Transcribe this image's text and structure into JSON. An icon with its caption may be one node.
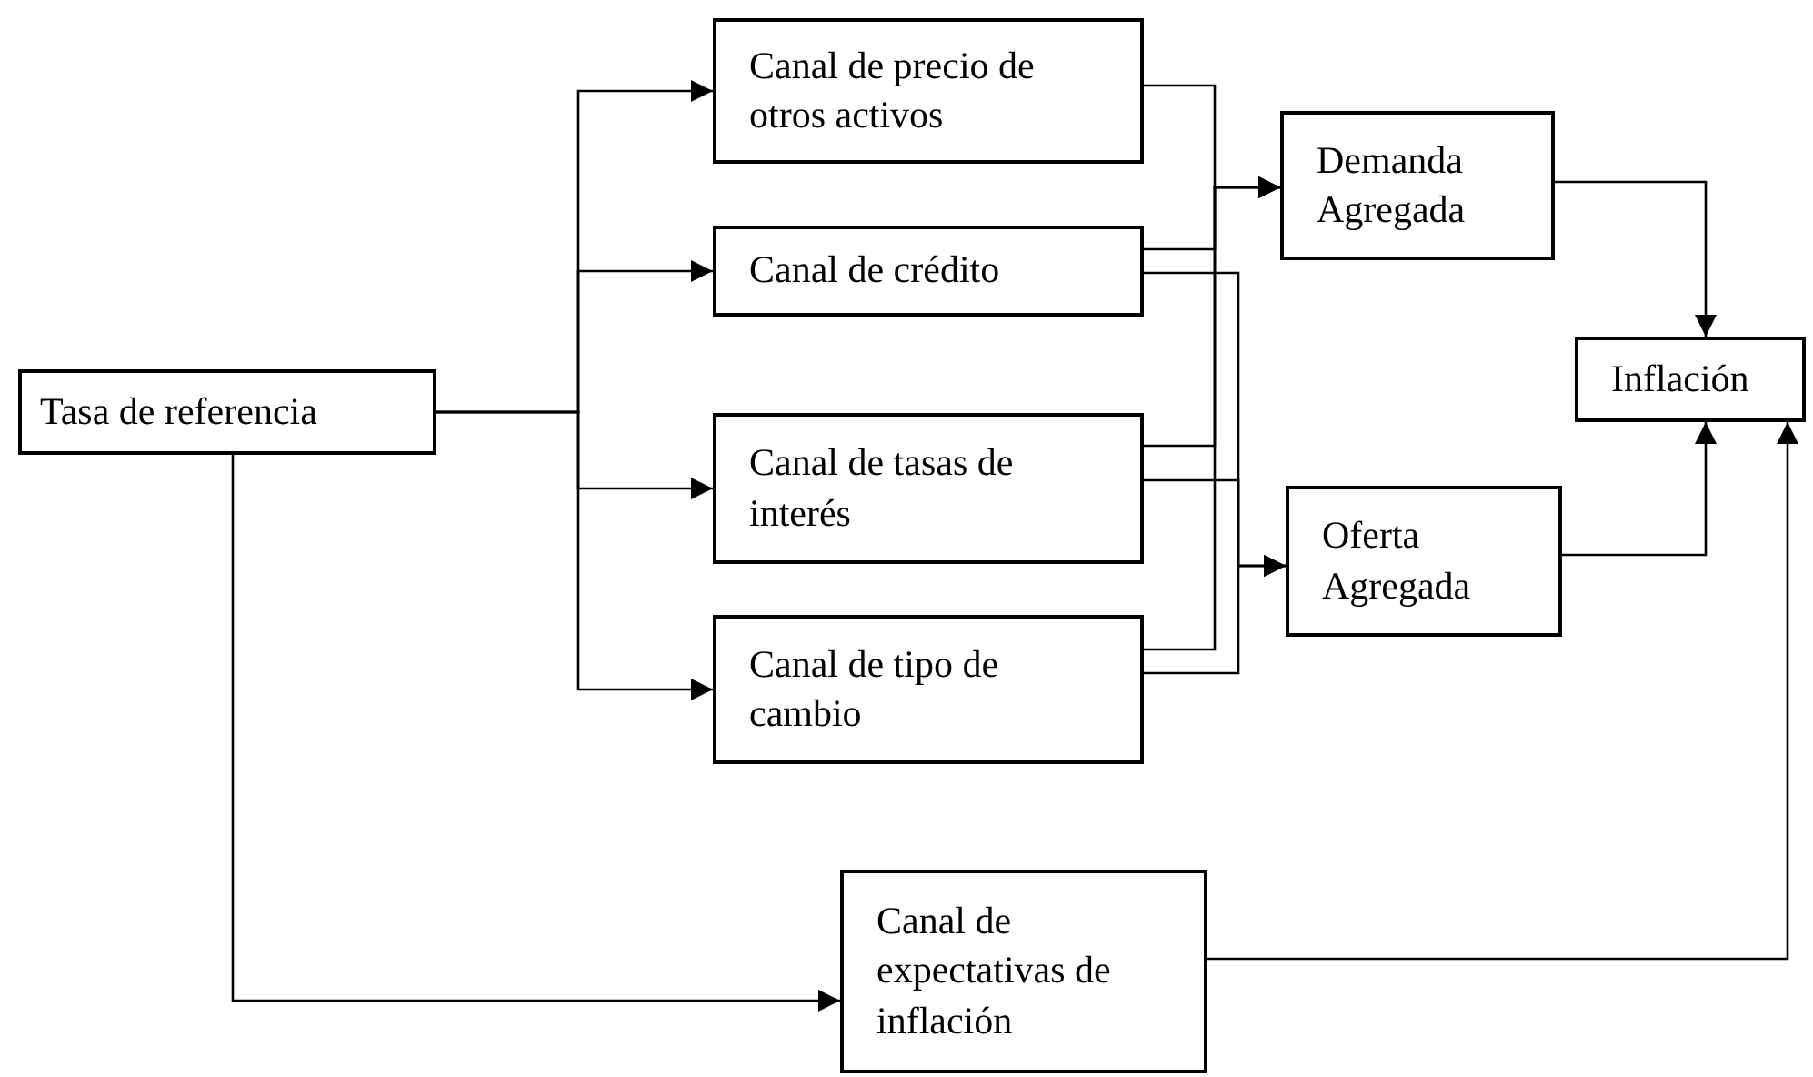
{
  "diagram": {
    "nodes": [
      {
        "text": [
          "Tasa de referencia"
        ]
      },
      {
        "text": [
          "Canal de precio de otros activos"
        ]
      },
      {
        "text": [
          "Canal de crédito"
        ]
      },
      {
        "text": [
          "Canal de tasas de interés"
        ]
      },
      {
        "text": [
          "Canal de tipo de cambio"
        ]
      },
      {
        "text": [
          "Demanda Agregada"
        ]
      },
      {
        "text": [
          "Oferta Agregada"
        ]
      },
      {
        "text": [
          "Inflación"
        ]
      },
      {
        "text": [
          "Canal de expectativas de inflación"
        ]
      }
    ],
    "edges": [
      {
        "from": 0,
        "to": 1,
        "arrow": "to"
      },
      {
        "from": 0,
        "to": 2,
        "arrow": "to"
      },
      {
        "from": 0,
        "to": 3,
        "arrow": "to"
      },
      {
        "from": 0,
        "to": 4,
        "arrow": "to"
      },
      {
        "from": 1,
        "to": 5,
        "arrow": "to"
      },
      {
        "from": 2,
        "to": 5,
        "arrow": "to"
      },
      {
        "from": 2,
        "to": 6,
        "arrow": "to"
      },
      {
        "from": 3,
        "to": 5,
        "arrow": "to"
      },
      {
        "from": 3,
        "to": 6,
        "arrow": "to"
      },
      {
        "from": 4,
        "to": 5,
        "arrow": "to"
      },
      {
        "from": 4,
        "to": 6,
        "arrow": "to"
      },
      {
        "from": 5,
        "to": 7,
        "arrow": "to"
      },
      {
        "from": 6,
        "to": 7,
        "arrow": "to"
      },
      {
        "from": 0,
        "to": 8,
        "arrow": "to"
      },
      {
        "from": 8,
        "to": 7,
        "arrow": "to"
      }
    ]
  }
}
